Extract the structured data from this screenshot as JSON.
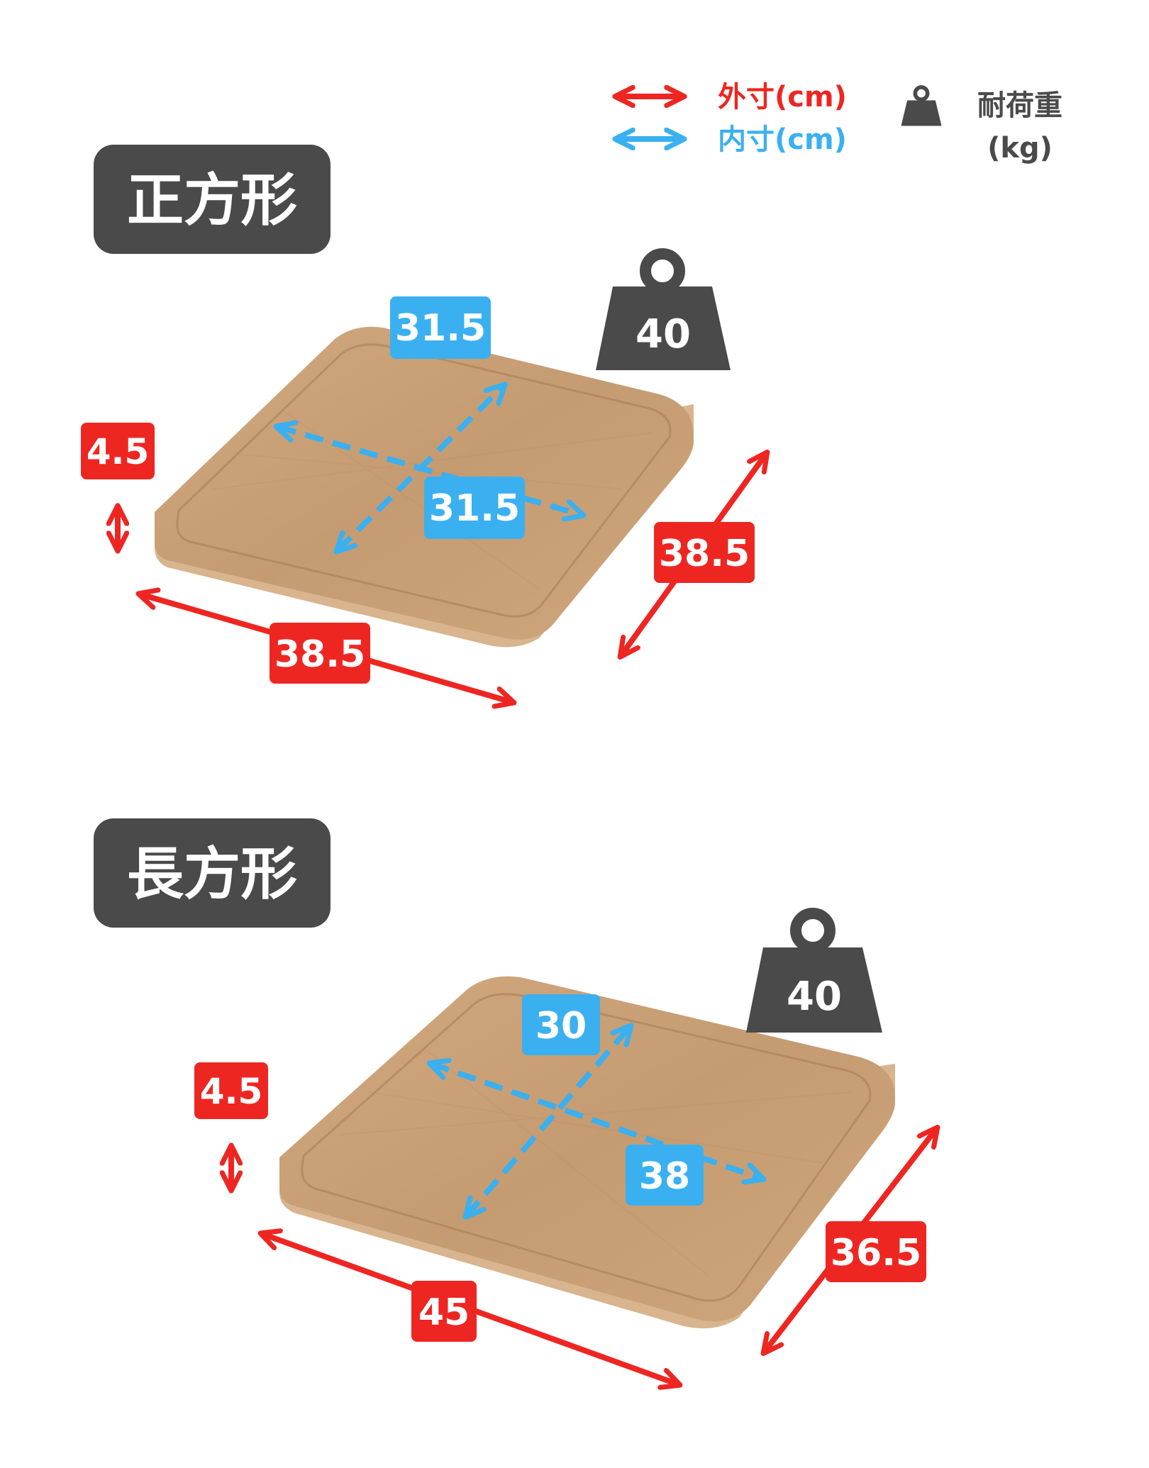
{
  "legend": {
    "outer_label": "外寸(cm)",
    "inner_label": "内寸(cm)",
    "load_label_line1": "耐荷重",
    "load_label_line2": "(kg)"
  },
  "colors": {
    "outer": "#ee2622",
    "inner": "#3ab0f0",
    "badge_dark": "#4a4a4a",
    "wood_top": "#caa176",
    "wood_edge": "#b88d63",
    "wood_side": "#d8b48f"
  },
  "trays": [
    {
      "title": "正方形",
      "load": "40",
      "inner_a": "31.5",
      "inner_b": "31.5",
      "height": "4.5",
      "outer_width": "38.5",
      "outer_depth": "38.5"
    },
    {
      "title": "長方形",
      "load": "40",
      "inner_a": "30",
      "inner_b": "38",
      "height": "4.5",
      "outer_width": "45",
      "outer_depth": "36.5"
    }
  ]
}
